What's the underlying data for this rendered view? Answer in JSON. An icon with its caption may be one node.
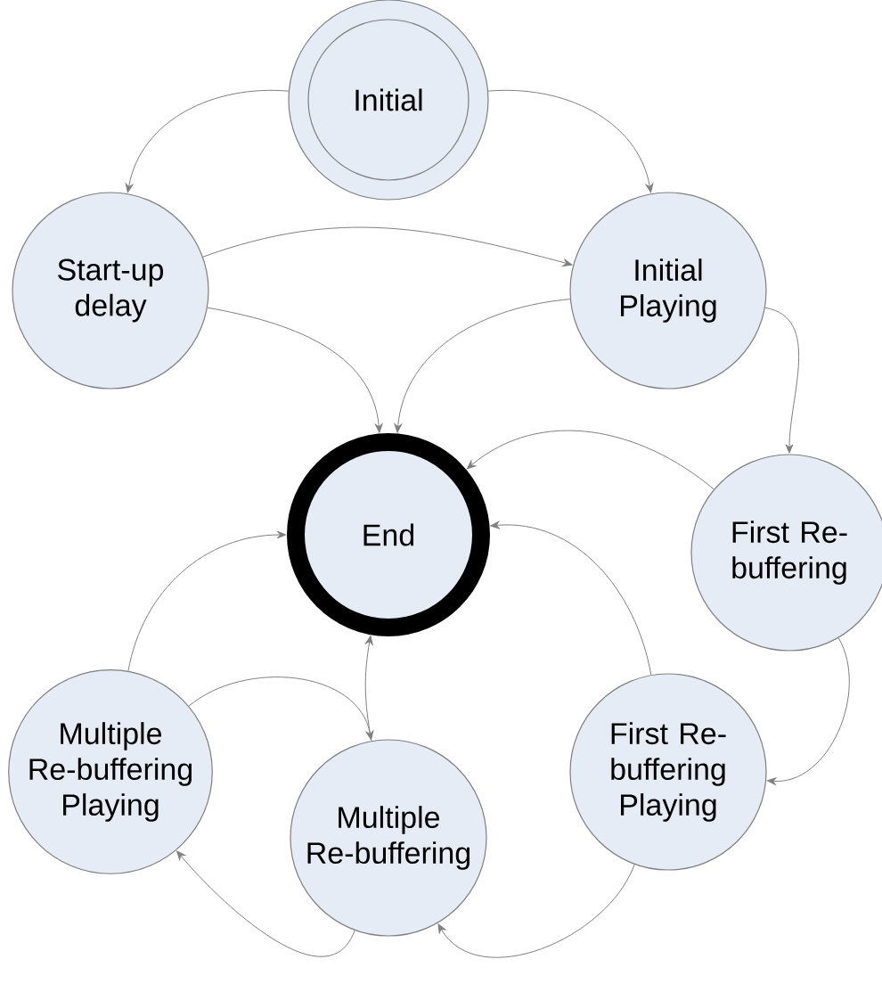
{
  "diagram": {
    "nodes": [
      {
        "text": [
          "Initial"
        ]
      },
      {
        "text": [
          "Start-up delay"
        ]
      },
      {
        "text": [
          "Initial Playing"
        ]
      },
      {
        "text": [
          "End"
        ]
      },
      {
        "text": [
          "First Re-buffering"
        ]
      },
      {
        "text": [
          "First Re-buffering Playing"
        ]
      },
      {
        "text": [
          "Multiple Re-buffering"
        ]
      },
      {
        "text": [
          "Multiple Re-buffering Playing"
        ]
      }
    ],
    "edges": [
      {
        "from": 0,
        "to": 1,
        "arrow": "to"
      },
      {
        "from": 0,
        "to": 2,
        "arrow": "to"
      },
      {
        "from": 1,
        "to": 2,
        "arrow": "to"
      },
      {
        "from": 1,
        "to": 3,
        "arrow": "to"
      },
      {
        "from": 2,
        "to": 3,
        "arrow": "to"
      },
      {
        "from": 2,
        "to": 4,
        "arrow": "to"
      },
      {
        "from": 4,
        "to": 3,
        "arrow": "to"
      },
      {
        "from": 4,
        "to": 5,
        "arrow": "to"
      },
      {
        "from": 5,
        "to": 3,
        "arrow": "to"
      },
      {
        "from": 5,
        "to": 6,
        "arrow": "to"
      },
      {
        "from": 6,
        "to": 3,
        "arrow": "to"
      },
      {
        "from": 6,
        "to": 7,
        "arrow": "to"
      },
      {
        "from": 7,
        "to": 6,
        "arrow": "to"
      },
      {
        "from": 7,
        "to": 3,
        "arrow": "to"
      }
    ]
  }
}
